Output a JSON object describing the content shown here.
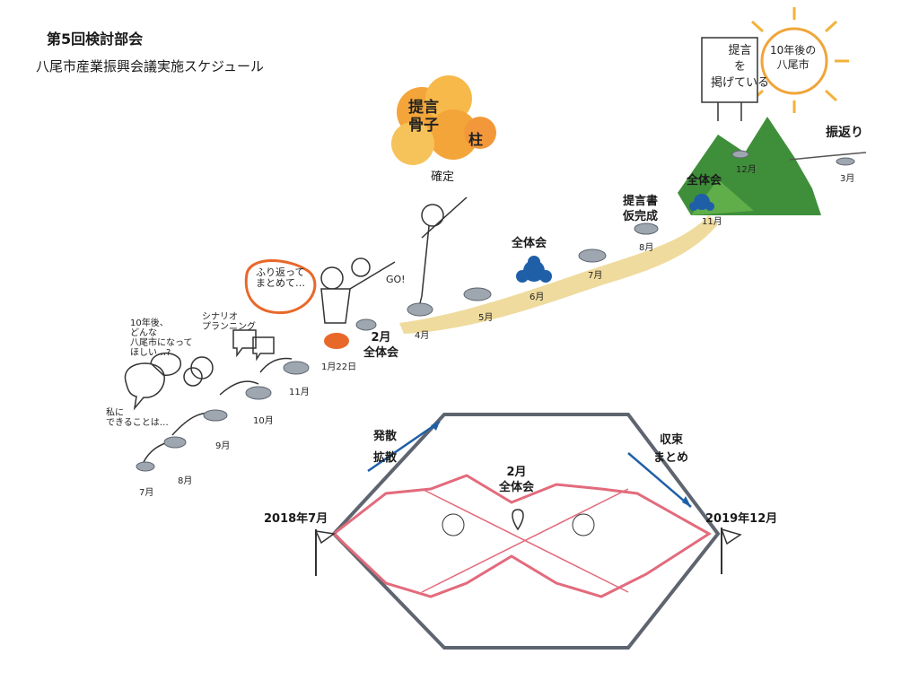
{
  "header": {
    "title": "第5回検討部会",
    "subtitle": "八尾市産業振興会議実施スケジュール"
  },
  "timeline": {
    "months": [
      {
        "id": "m7",
        "label": "7月"
      },
      {
        "id": "m8",
        "label": "8月"
      },
      {
        "id": "m9",
        "label": "9月"
      },
      {
        "id": "m10",
        "label": "10月"
      },
      {
        "id": "m11",
        "label": "11月"
      },
      {
        "id": "jan22",
        "label": "1月22日"
      },
      {
        "id": "apr",
        "label": "4月"
      },
      {
        "id": "may",
        "label": "5月"
      },
      {
        "id": "jun",
        "label": "6月"
      },
      {
        "id": "jul2",
        "label": "7月"
      },
      {
        "id": "aug2",
        "label": "8月"
      },
      {
        "id": "nov2",
        "label": "11月"
      },
      {
        "id": "dec2",
        "label": "12月"
      },
      {
        "id": "mar",
        "label": "3月"
      }
    ],
    "events": {
      "feb_general": "2月\n全体会",
      "jun_general": "全体会",
      "draft_done": "提言書\n仮完成",
      "nov_general": "全体会",
      "review": "振返り"
    },
    "notes": {
      "question": "10年後、\nどんな\n八尾市になって\nほしい…?",
      "what_can": "私に\nできることは…",
      "scenario": "シナリオ\nプランニング",
      "reflect": "ふり返って\nまとめて…",
      "go": "GO!",
      "cloud": "提言\n骨子",
      "cloud_pillar": "柱",
      "cloud_fixed": "確定",
      "sign": "提言\nを\n掲げている",
      "sun": "10年後の\n八尾市"
    }
  },
  "diamond": {
    "left_top": "発散",
    "left_bottom": "拡散",
    "right_top": "収束",
    "right_bottom": "まとめ",
    "center": "2月\n全体会",
    "start": "2018年7月",
    "end": "2019年12月"
  },
  "colors": {
    "accent_blue": "#1f5fa8",
    "path_yellow": "#e8cf7a",
    "mountain_green": "#3f8f3a",
    "cloud_orange": "#f2a33a",
    "pink": "#e26b7c",
    "stone_gray": "#9ea6b0"
  }
}
